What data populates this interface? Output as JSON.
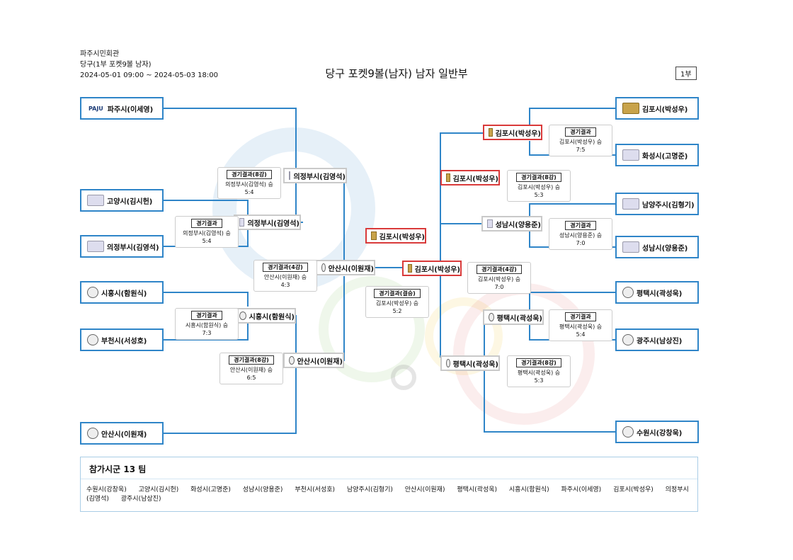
{
  "header": {
    "venue": "파주시민회관",
    "event": "당구(1부 포켓9볼 남자)",
    "dates": "2024-05-01 09:00 ~ 2024-05-03 18:00",
    "title": "당구 포켓9볼(남자) 남자 일반부",
    "page_badge": "1부"
  },
  "colors": {
    "line": "#2f85c8",
    "highlight": "#d93a3a",
    "winbox": "#c9c9c9"
  },
  "teams": {
    "paju": "파주시(이세영)",
    "goyang": "고양시(김시헌)",
    "uijeongbu": "의정부시(김영석)",
    "siheung": "시흥시(함원식)",
    "bucheon": "부천시(서성호)",
    "ansan": "안산시(이원재)",
    "gimpo": "김포시(박성우)",
    "hwaseong": "화성시(고명준)",
    "namyangju": "남양주시(김형기)",
    "seongnam": "성남시(양용준)",
    "pyeongtaek": "평택시(곽성욱)",
    "gwangju": "광주시(남상진)",
    "suwon": "수원시(강창욱)"
  },
  "results": {
    "l1": {
      "head": "경기결과",
      "winner": "의정부시(김영석) 승",
      "score": "5:4"
    },
    "l2": {
      "head": "경기결과",
      "winner": "시흥시(함원식) 승",
      "score": "7:3"
    },
    "l3": {
      "head": "경기결과(8강)",
      "winner": "의정부시(김영석) 승",
      "score": "5:4"
    },
    "l4": {
      "head": "경기결과(8강)",
      "winner": "안산시(이원재) 승",
      "score": "6:5"
    },
    "l5": {
      "head": "경기결과(4강)",
      "winner": "안산시(이원재) 승",
      "score": "4:3"
    },
    "final": {
      "head": "경기결과(결승)",
      "winner": "김포시(박성우) 승",
      "score": "5:2"
    },
    "r1": {
      "head": "경기결과",
      "winner": "김포시(박성우) 승",
      "score": "7:5"
    },
    "r2": {
      "head": "경기결과",
      "winner": "성남시(양용준) 승",
      "score": "7:0"
    },
    "r3": {
      "head": "경기결과",
      "winner": "평택시(곽성욱) 승",
      "score": "5:4"
    },
    "r4": {
      "head": "경기결과(8강)",
      "winner": "김포시(박성우) 승",
      "score": "5:3"
    },
    "r5": {
      "head": "경기결과(8강)",
      "winner": "평택시(곽성욱) 승",
      "score": "5:3"
    },
    "r6": {
      "head": "경기결과(4강)",
      "winner": "김포시(박성우) 승",
      "score": "7:0"
    }
  },
  "footer": {
    "title": "참가시군 13 팀",
    "list": [
      "수원시(강창욱)",
      "고양시(김시헌)",
      "화성시(고명준)",
      "성남시(양용준)",
      "부천시(서성호)",
      "남양주시(김형기)",
      "안산시(이원재)",
      "평택시(곽성욱)",
      "시흥시(함원식)",
      "파주시(이세영)",
      "김포시(박성우)",
      "의정부시(김영석)",
      "광주시(남상진)"
    ]
  },
  "logo_text": {
    "paju": "PAJU"
  },
  "icons": [
    "city-emblem-icon"
  ]
}
